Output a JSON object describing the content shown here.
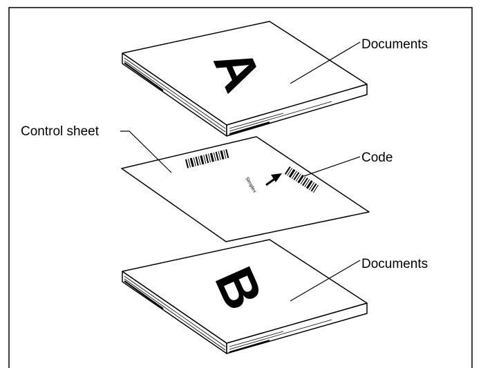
{
  "labels": {
    "documents_top": "Documents",
    "control_sheet": "Control sheet",
    "code": "Code",
    "documents_bottom": "Documents"
  },
  "stack_a": {
    "letter": "A"
  },
  "stack_b": {
    "letter": "B"
  },
  "control_sheet": {
    "mode_text": "Simplex"
  },
  "colors": {
    "line": "#000000",
    "background": "#ffffff"
  }
}
